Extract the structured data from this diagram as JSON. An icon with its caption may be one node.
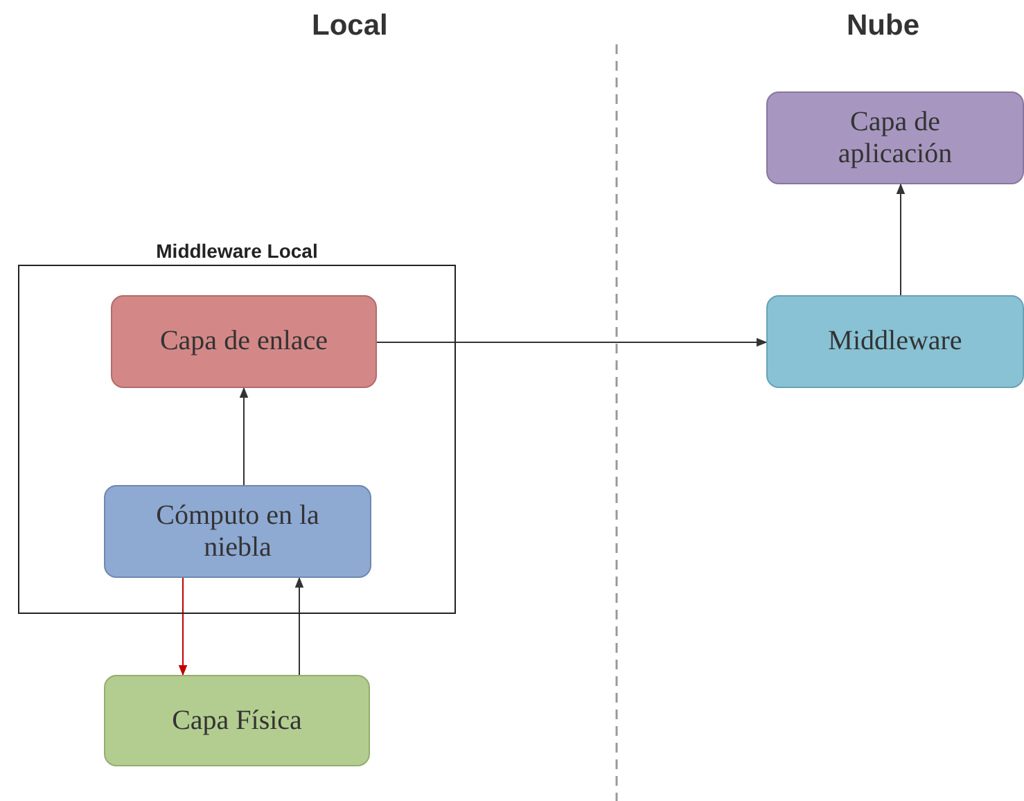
{
  "diagram": {
    "nodes": [
      {
        "text": [
          "Middleware Local"
        ]
      },
      {
        "text": [
          "Capa de enlace"
        ],
        "in": 0
      },
      {
        "text": [
          "Cómputo en la niebla"
        ],
        "in": 0
      },
      {
        "text": [
          "Capa Física"
        ]
      },
      {
        "text": [
          "Middleware"
        ]
      },
      {
        "text": [
          "Capa de aplicación"
        ]
      }
    ],
    "edges": [
      {
        "from": 2,
        "to": 1,
        "arrow": "to"
      },
      {
        "from": 2,
        "to": 3,
        "arrow": "to",
        "color": "#c00000"
      },
      {
        "from": 3,
        "to": 2,
        "arrow": "to"
      },
      {
        "from": 1,
        "to": 4,
        "arrow": "to"
      },
      {
        "from": 4,
        "to": 5,
        "arrow": "to"
      }
    ],
    "labels": [
      "Local",
      "Nube"
    ]
  }
}
